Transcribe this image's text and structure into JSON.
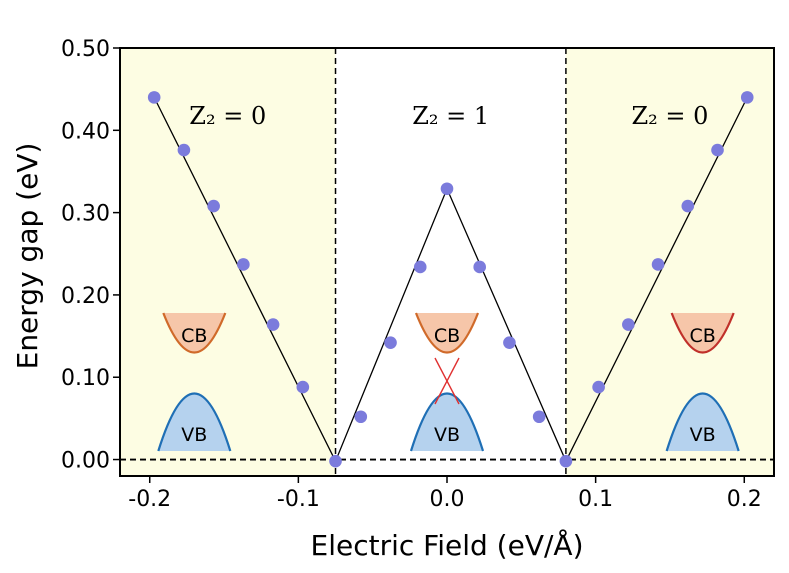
{
  "chart_data": {
    "type": "line",
    "title": "",
    "xlabel": "Electric Field (eV/Å)",
    "ylabel": "Energy gap (eV)",
    "xlim": [
      -0.22,
      0.22
    ],
    "ylim": [
      -0.02,
      0.5
    ],
    "x_ticks": [
      -0.2,
      -0.1,
      0.0,
      0.1,
      0.2
    ],
    "x_tick_labels": [
      "-0.2",
      "-0.1",
      "0.0",
      "0.1",
      "0.2"
    ],
    "y_ticks": [
      0.0,
      0.1,
      0.2,
      0.3,
      0.4,
      0.5
    ],
    "y_tick_labels": [
      "0.00",
      "0.10",
      "0.20",
      "0.30",
      "0.40",
      "0.50"
    ],
    "grid": false,
    "critical_fields": [
      -0.075,
      0.08
    ],
    "regions": [
      {
        "x_range": [
          -0.22,
          -0.075
        ],
        "label": "Z₂ = 0",
        "color": "#fdfde3"
      },
      {
        "x_range": [
          -0.075,
          0.08
        ],
        "label": "Z₂ = 1",
        "color": "#ffffff"
      },
      {
        "x_range": [
          0.08,
          0.22
        ],
        "label": "Z₂ = 0",
        "color": "#fdfde3"
      }
    ],
    "series": [
      {
        "color": "#7b7bdc",
        "x": [
          -0.197,
          -0.177,
          -0.157,
          -0.137,
          -0.117,
          -0.097,
          -0.075,
          -0.058,
          -0.038,
          -0.018,
          0.0,
          0.022,
          0.042,
          0.062,
          0.08,
          0.102,
          0.122,
          0.142,
          0.162,
          0.182,
          0.202
        ],
        "y": [
          0.44,
          0.376,
          0.308,
          0.237,
          0.164,
          0.088,
          -0.002,
          0.052,
          0.142,
          0.234,
          0.329,
          0.234,
          0.142,
          0.052,
          -0.002,
          0.088,
          0.164,
          0.237,
          0.308,
          0.376,
          0.44
        ]
      }
    ],
    "fit_line": {
      "x": [
        -0.197,
        -0.075,
        0.0,
        0.08,
        0.202
      ],
      "y": [
        0.44,
        -0.002,
        0.329,
        -0.002,
        0.44
      ]
    },
    "zero_line": 0.0,
    "band_insets": [
      {
        "x_center": -0.17,
        "cb_label": "CB",
        "vb_label": "VB",
        "crossing": false,
        "cb_color": "#d06a2a"
      },
      {
        "x_center": 0.0,
        "cb_label": "CB",
        "vb_label": "VB",
        "crossing": true,
        "cb_color": "#d06a2a"
      },
      {
        "x_center": 0.172,
        "cb_label": "CB",
        "vb_label": "VB",
        "crossing": false,
        "cb_color": "#c0302a"
      }
    ]
  }
}
